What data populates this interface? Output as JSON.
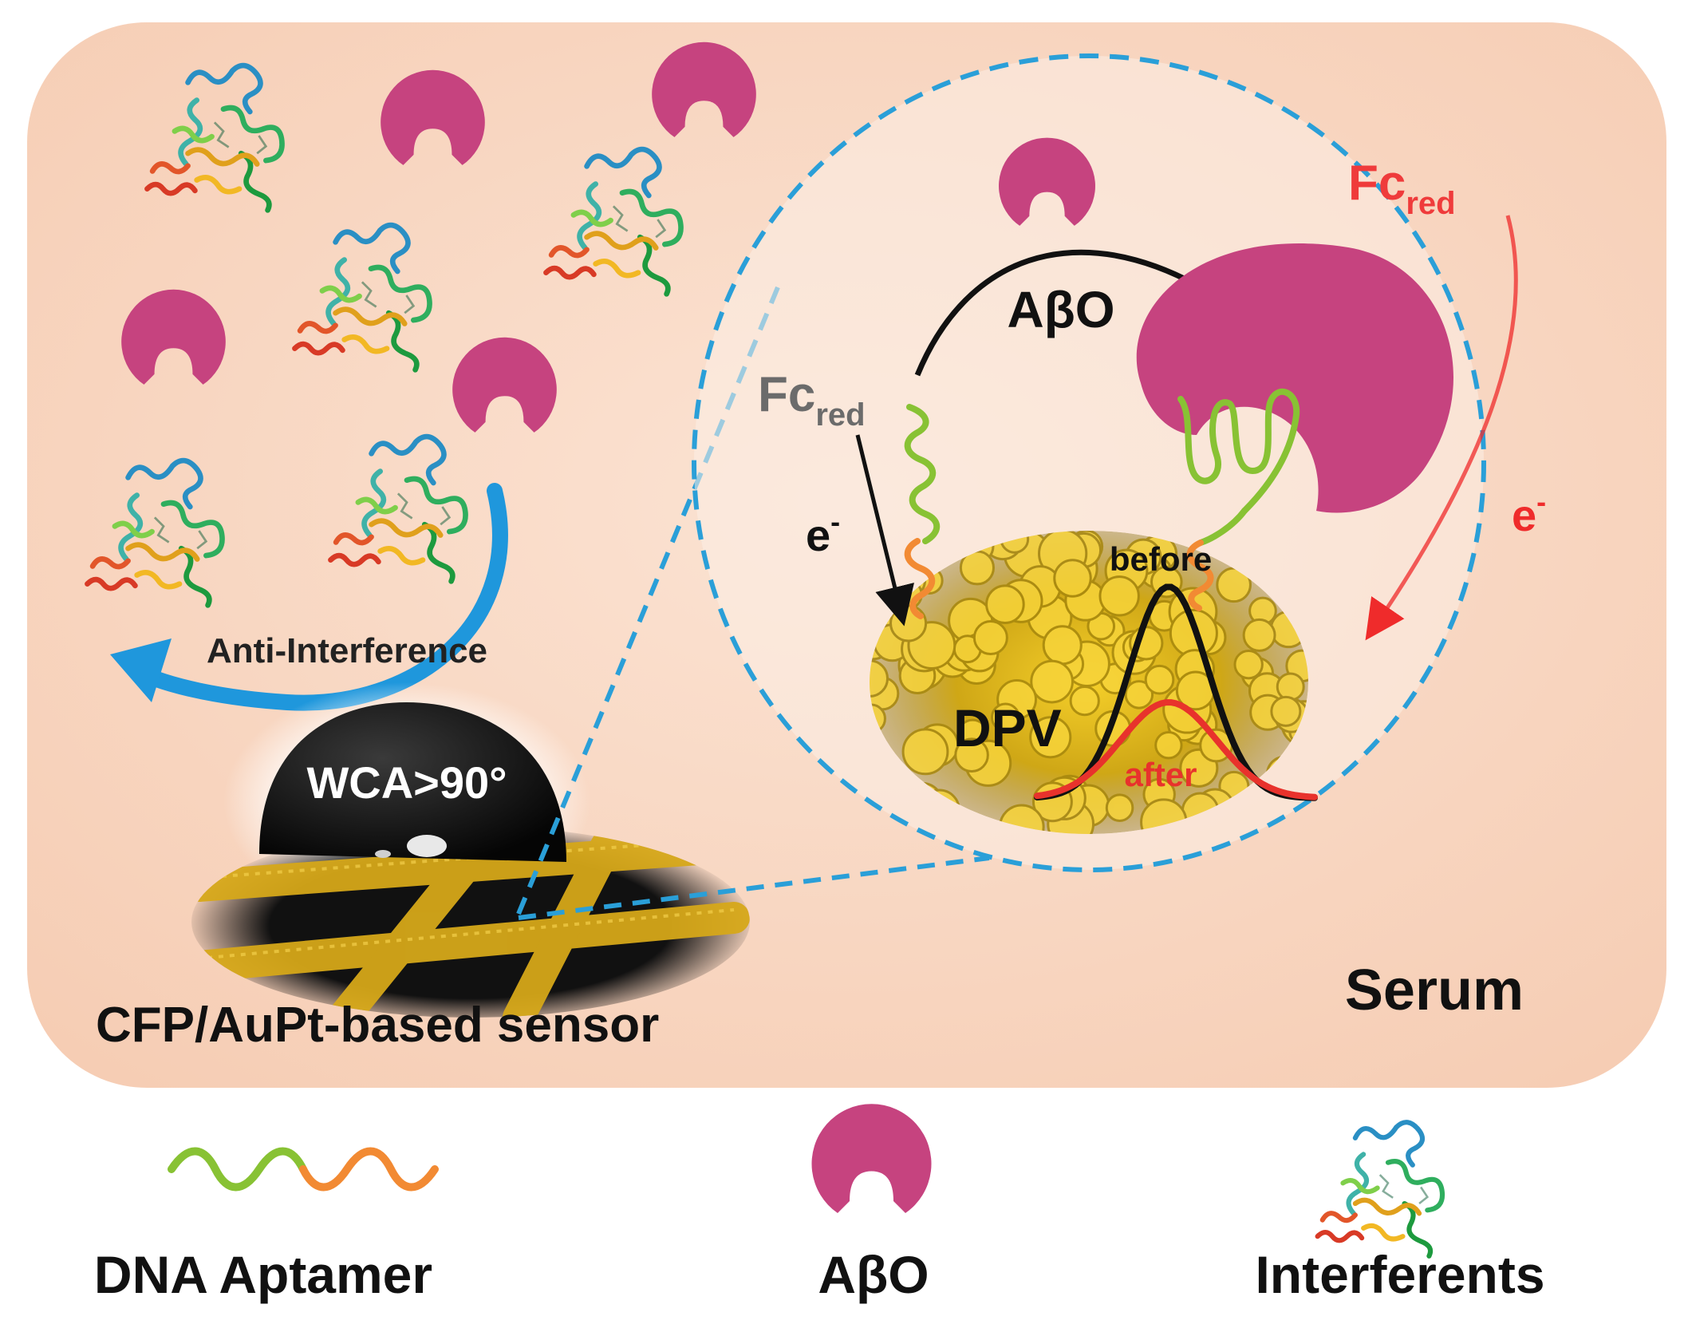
{
  "figure": {
    "panel_label": "Serum",
    "sensor_label": "CFP/AuPt-based sensor",
    "wca_label": "WCA>90°",
    "anti_interference_label": "Anti-Interference",
    "zoom": {
      "analyte_label": "AβO",
      "fc_left": {
        "main": "Fc",
        "sub": "red"
      },
      "fc_right": {
        "main": "Fc",
        "sub": "red"
      },
      "electron_left": {
        "main": "e",
        "sup": "-"
      },
      "electron_right": {
        "main": "e",
        "sup": "-"
      },
      "dpv_label": "DPV",
      "before_label": "before",
      "after_label": "after"
    }
  },
  "legend": [
    {
      "label": "DNA Aptamer",
      "icon": "dna-aptamer-icon"
    },
    {
      "label": "AβO",
      "icon": "abo-icon"
    },
    {
      "label": "Interferents",
      "icon": "protein-icon"
    }
  ],
  "colors": {
    "panel": "#f9d5bf",
    "abo": "#c6437f",
    "zoom_border": "#2a9fd8",
    "arrow_blue": "#1f97dc",
    "aptamer_green": "#88c234",
    "aptamer_orange": "#f28a33",
    "fc_red": "#ef3b3b",
    "fc_gray": "#6b6b6b",
    "gold": "#e1b719",
    "curve_before": "#111111",
    "curve_after": "#e8322c"
  }
}
